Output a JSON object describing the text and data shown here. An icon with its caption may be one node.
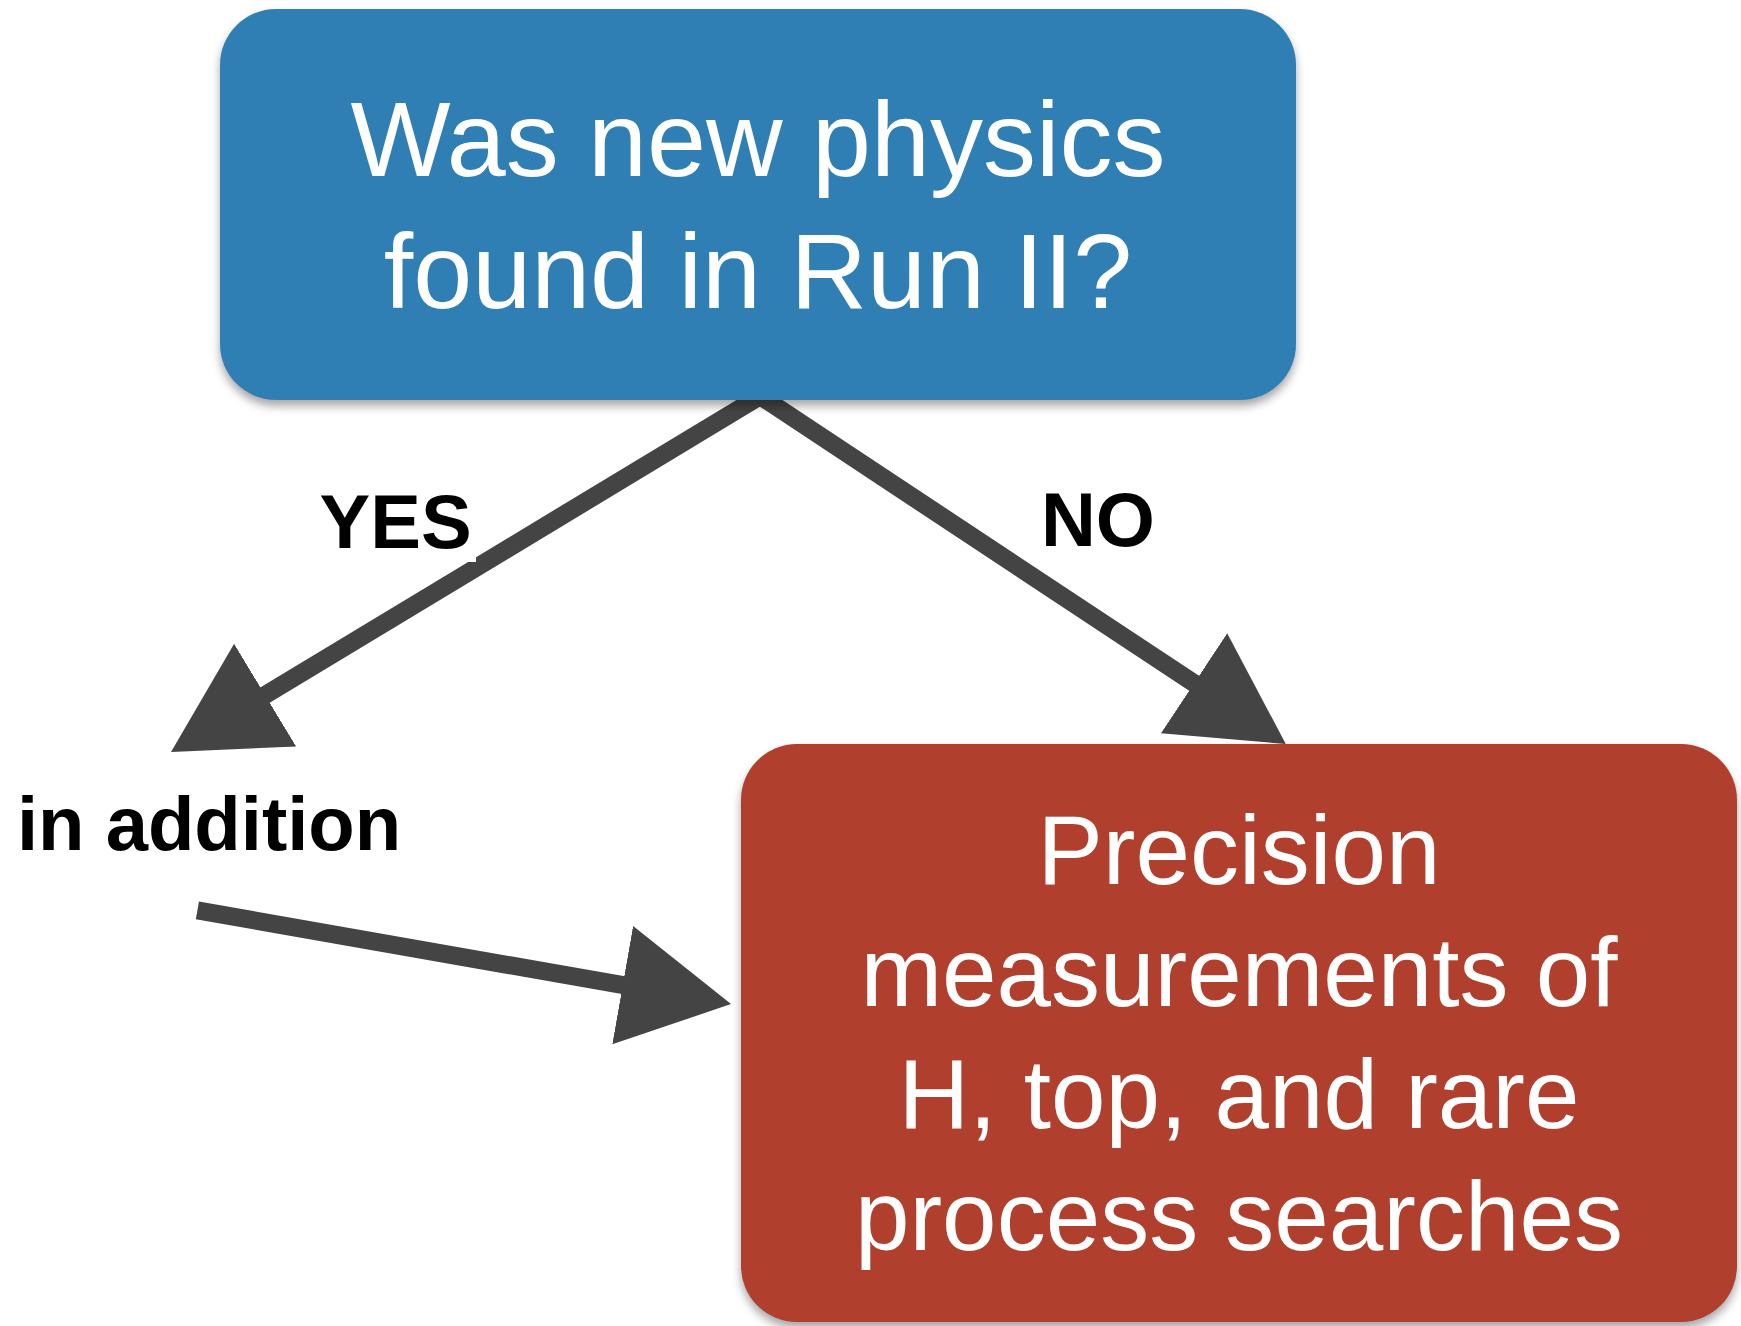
{
  "diagram": {
    "nodes": [
      {
        "text": [
          "Was new physics found in Run II?"
        ]
      },
      {
        "text": [
          "in addition"
        ]
      },
      {
        "text": [
          "Precision measurements of H, top, and rare process searches"
        ]
      }
    ],
    "edges": [
      {
        "from": 0,
        "to": 1,
        "arrow": "to",
        "label": "YES"
      },
      {
        "from": 0,
        "to": 2,
        "arrow": "to",
        "label": "NO"
      },
      {
        "from": 1,
        "to": 2,
        "arrow": "to"
      }
    ]
  }
}
